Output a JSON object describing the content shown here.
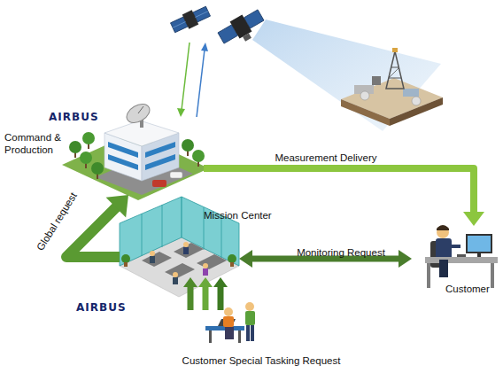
{
  "diagram": {
    "nodes": [
      {
        "text": [
          "Command & Production"
        ]
      },
      {
        "text": [
          "Mission Center"
        ]
      },
      {
        "text": [
          "Customer"
        ]
      },
      {
        "text": [
          "Customer Special Tasking Request"
        ]
      }
    ],
    "edges": [
      {
        "from": 1,
        "to": 0,
        "arrow": "to",
        "label": "Global request"
      },
      {
        "from": 0,
        "to": 2,
        "arrow": "to",
        "label": "Measurement Delivery"
      },
      {
        "from": 1,
        "to": 2,
        "arrow": "both",
        "label": "Monitoring Request"
      },
      {
        "from": 3,
        "to": 1,
        "arrow": "to"
      }
    ],
    "labels": [
      "AIRBUS",
      "AIRBUS"
    ]
  }
}
